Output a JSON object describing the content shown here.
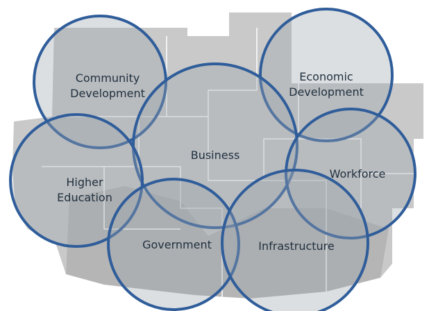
{
  "diagram": {
    "colors": {
      "map_fill": "#c9c9c9",
      "map_dark": "#a9a9a9",
      "map_lines": "#ffffff",
      "circle_stroke": "#2f5d9a",
      "circle_fill": "#9aa3ad",
      "text": "#1f2f3d"
    },
    "circles": [
      {
        "id": "community",
        "label_lines": [
          "Community",
          "Development"
        ]
      },
      {
        "id": "economic",
        "label_lines": [
          "Economic",
          "Development"
        ]
      },
      {
        "id": "business",
        "label_lines": [
          "Business"
        ]
      },
      {
        "id": "higher-education",
        "label_lines": [
          "Higher",
          "Education"
        ]
      },
      {
        "id": "workforce",
        "label_lines": [
          "Workforce"
        ]
      },
      {
        "id": "government",
        "label_lines": [
          "Government"
        ]
      },
      {
        "id": "infrastructure",
        "label_lines": [
          "Infrastructure"
        ]
      }
    ]
  }
}
